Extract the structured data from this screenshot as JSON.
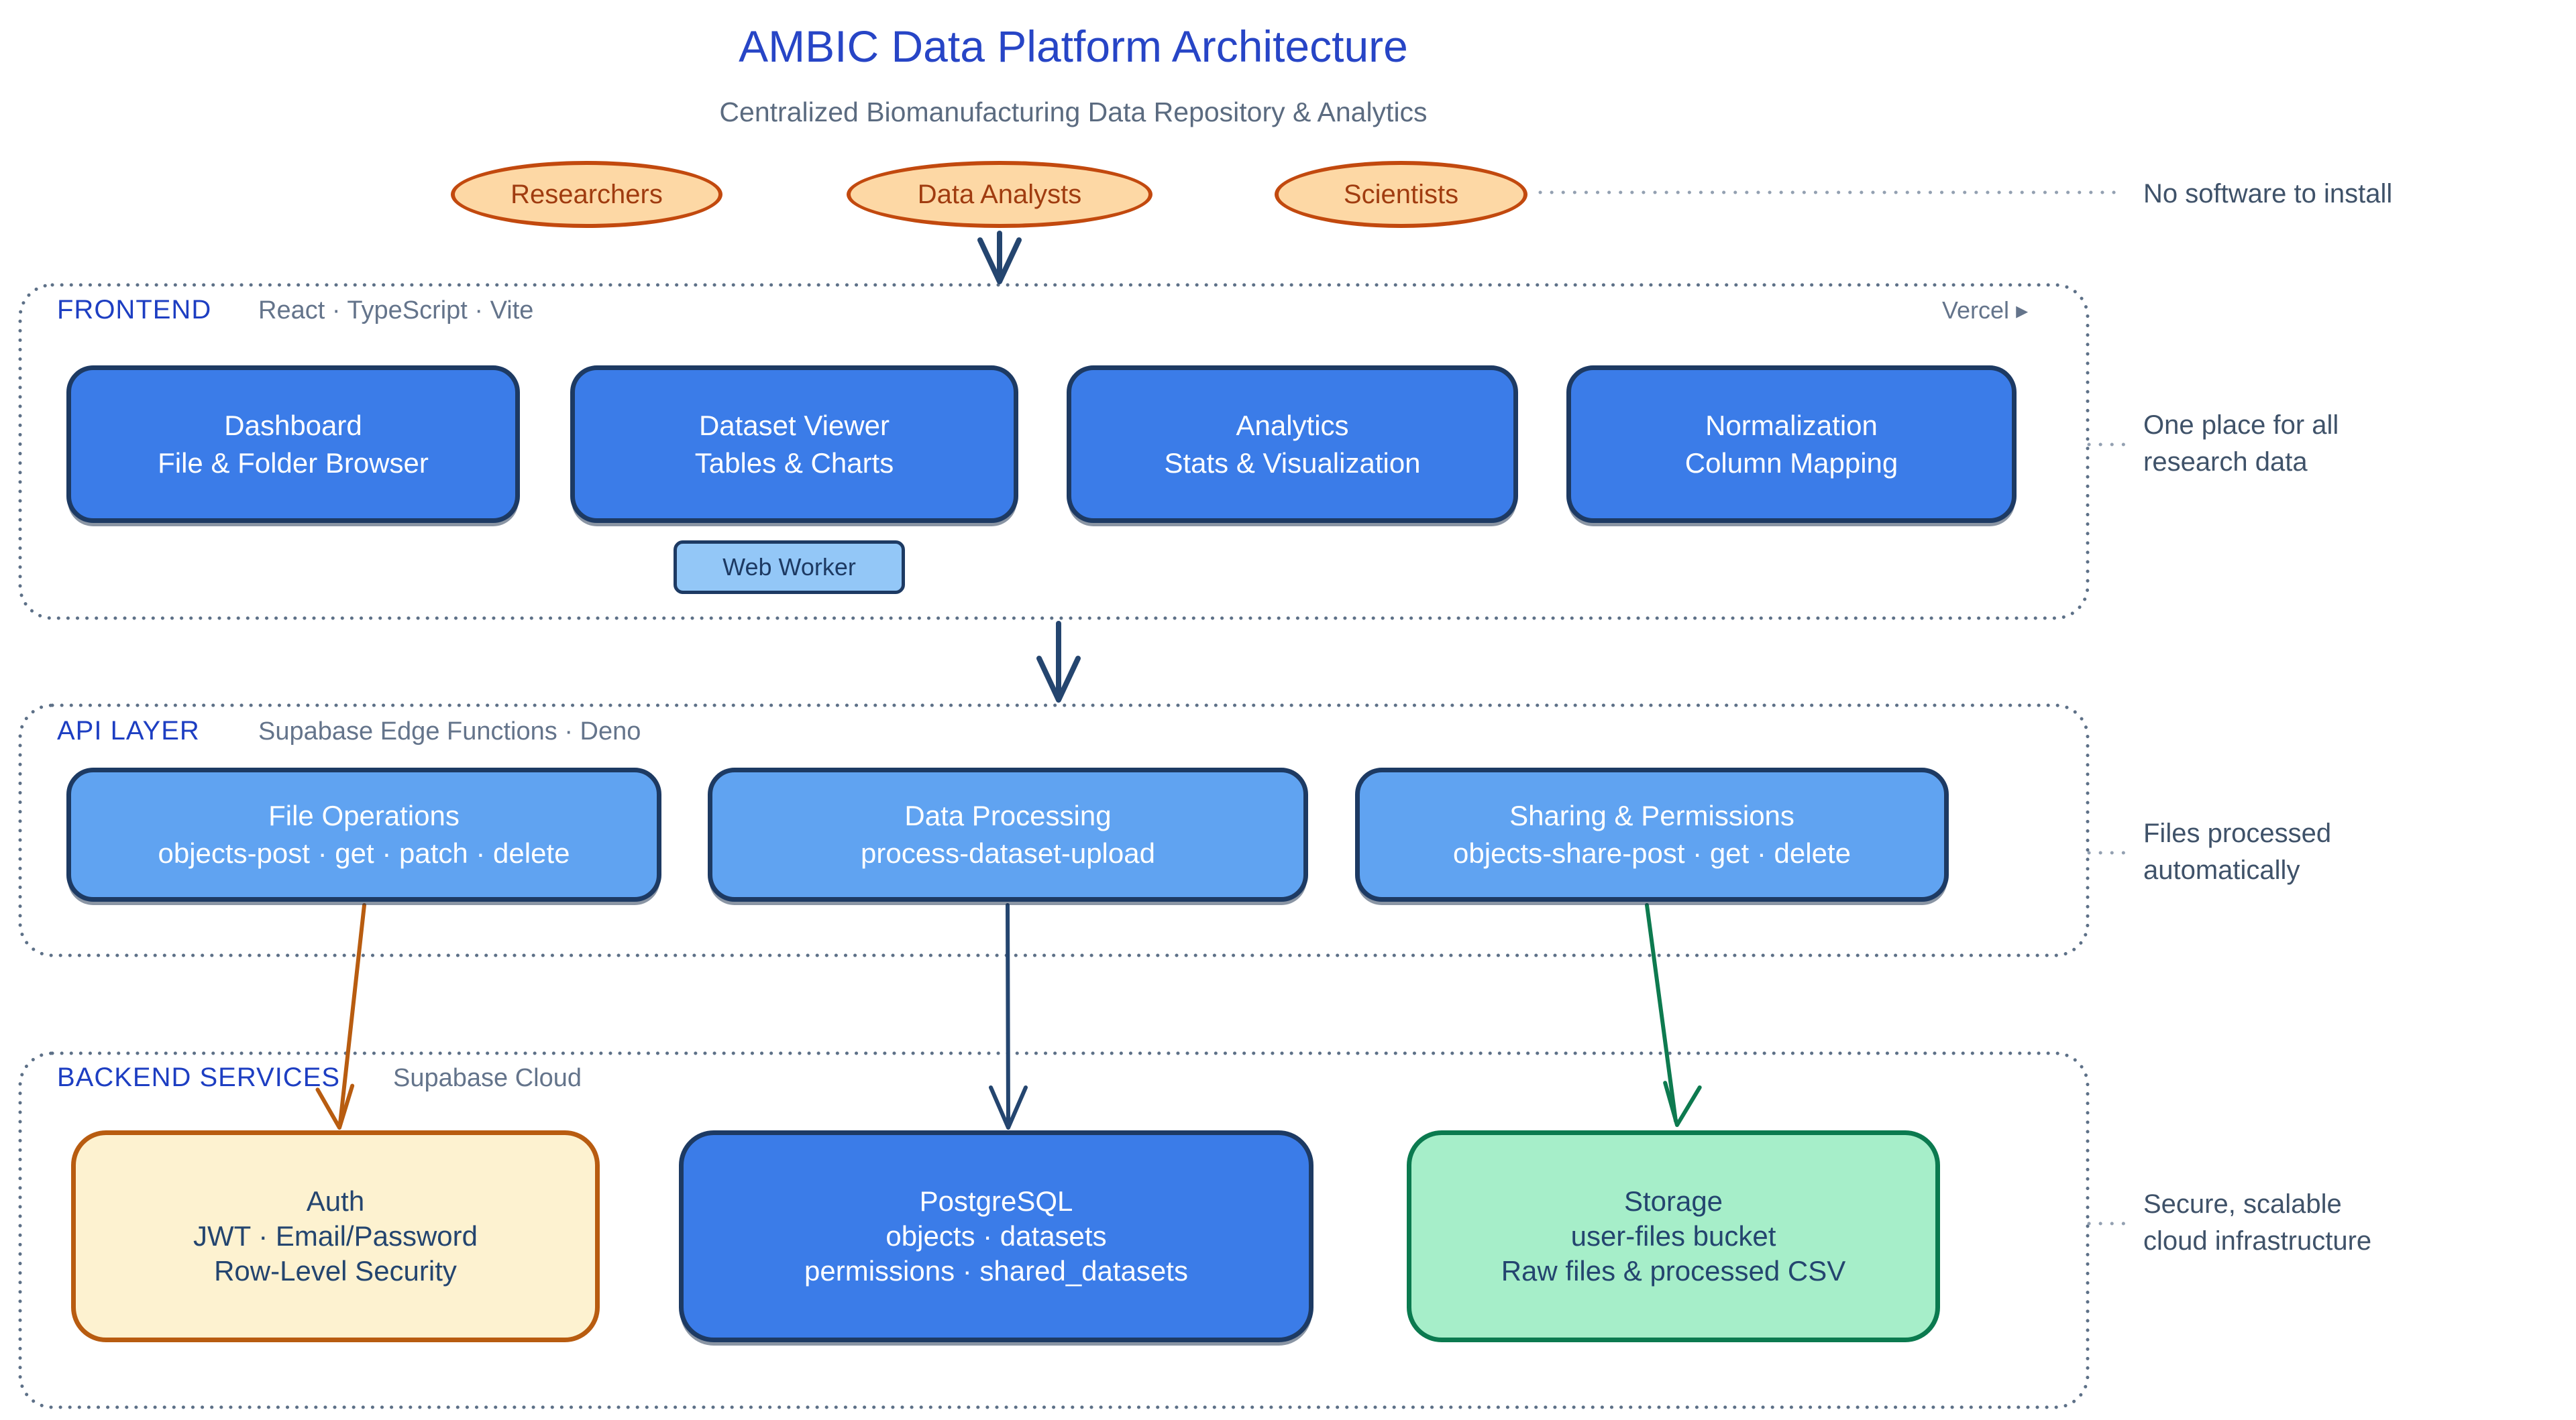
{
  "title": "AMBIC Data Platform Architecture",
  "subtitle": "Centralized Biomanufacturing Data Repository & Analytics",
  "actors": {
    "researchers": "Researchers",
    "analysts": "Data Analysts",
    "scientists": "Scientists"
  },
  "frontend": {
    "label": "FRONTEND",
    "tech": "React · TypeScript · Vite",
    "deploy": "Vercel",
    "deploy_icon": "▸",
    "boxes": [
      {
        "title": "Dashboard",
        "sub": "File & Folder Browser"
      },
      {
        "title": "Dataset Viewer",
        "sub": "Tables & Charts"
      },
      {
        "title": "Analytics",
        "sub": "Stats & Visualization"
      },
      {
        "title": "Normalization",
        "sub": "Column Mapping"
      }
    ],
    "worker": "Web Worker"
  },
  "api": {
    "label": "API LAYER",
    "tech": "Supabase Edge Functions · Deno",
    "boxes": [
      {
        "title": "File Operations",
        "sub": "objects-post · get · patch · delete"
      },
      {
        "title": "Data Processing",
        "sub": "process-dataset-upload"
      },
      {
        "title": "Sharing & Permissions",
        "sub": "objects-share-post · get · delete"
      }
    ]
  },
  "backend": {
    "label": "BACKEND SERVICES",
    "tech": "Supabase Cloud",
    "boxes": [
      {
        "title": "Auth",
        "line2": "JWT · Email/Password",
        "line3": "Row-Level Security"
      },
      {
        "title": "PostgreSQL",
        "line2": "objects · datasets",
        "line3": "permissions · shared_datasets"
      },
      {
        "title": "Storage",
        "line2": "user-files bucket",
        "line3": "Raw files & processed CSV"
      }
    ]
  },
  "annotations": {
    "no_software": "No software to install",
    "one_place_line1": "One place for all",
    "one_place_line2": "research data",
    "files_line1": "Files processed",
    "files_line2": "automatically",
    "secure_line1": "Secure, scalable",
    "secure_line2": "cloud infrastructure"
  },
  "colors": {
    "title_blue": "#2745c6",
    "section_label_blue": "#1d3ec2",
    "muted_gray": "#64748b",
    "annotation_gray": "#3f5269",
    "node_blue_fill": "#3b7ce8",
    "node_blue_border": "#1d3a63",
    "api_blue_fill": "#60a3f1",
    "worker_blue_fill": "#93c7f7",
    "actor_fill": "#fdd8a5",
    "actor_border": "#c2490e",
    "actor_text": "#a03c10",
    "auth_fill": "#fdf2d0",
    "auth_border": "#b85c10",
    "storage_fill": "#a6eec9",
    "storage_border": "#0b7a4f",
    "arrow_navy": "#24456f",
    "arrow_orange": "#b85c10",
    "arrow_green": "#0d7a4f",
    "container_border": "#5d7087",
    "connector_dots": "#93a0b1"
  }
}
